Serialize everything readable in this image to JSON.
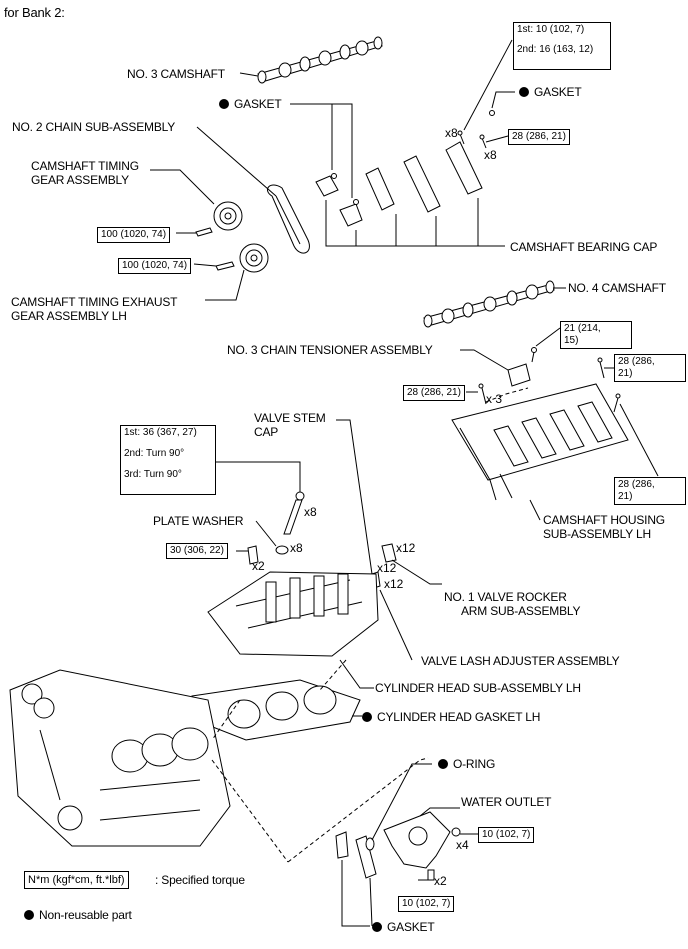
{
  "header": {
    "title": "for Bank 2:"
  },
  "labels": {
    "no3_camshaft": "NO. 3 CAMSHAFT",
    "gasket_top_left": "GASKET",
    "gasket_top_right": "GASKET",
    "no2_chain": "NO. 2 CHAIN SUB-ASSEMBLY",
    "cam_timing_gear_1": "CAMSHAFT TIMING",
    "cam_timing_gear_2": "GEAR ASSEMBLY",
    "cam_bearing_cap": "CAMSHAFT BEARING CAP",
    "exhaust_gear_1": "CAMSHAFT TIMING EXHAUST",
    "exhaust_gear_2": "GEAR ASSEMBLY LH",
    "no4_camshaft": "NO. 4 CAMSHAFT",
    "no3_chain_tensioner": "NO. 3 CHAIN TENSIONER ASSEMBLY",
    "valve_stem_cap_1": "VALVE STEM",
    "valve_stem_cap_2": "CAP",
    "plate_washer": "PLATE WASHER",
    "cam_housing_1": "CAMSHAFT HOUSING",
    "cam_housing_2": "SUB-ASSEMBLY LH",
    "rocker_arm_1": "NO. 1 VALVE ROCKER",
    "rocker_arm_2": "ARM SUB-ASSEMBLY",
    "lash_adjuster": "VALVE LASH ADJUSTER ASSEMBLY",
    "cyl_head_sub": "CYLINDER HEAD SUB-ASSEMBLY LH",
    "cyl_head_gasket": "CYLINDER HEAD GASKET LH",
    "o_ring": "O-RING",
    "water_outlet": "WATER OUTLET",
    "gasket_bottom": "GASKET"
  },
  "torques": {
    "bearing_cap_1st": "1st: 10 (102, 7)",
    "bearing_cap_2nd": "2nd: 16 (163, 12)",
    "bearing_cap_28": "28 (286, 21)",
    "timing_gear": "100 (1020, 74)",
    "exhaust_gear": "100 (1020, 74)",
    "tensioner_21_a": "21 (214,",
    "tensioner_21_b": "15)",
    "housing_28_top_a": "28 (286,",
    "housing_28_top_b": "21)",
    "housing_28_left": "28 (286, 21)",
    "housing_28_right_a": "28 (286,",
    "housing_28_right_b": "21)",
    "head_bolt_1st": "1st: 36 (367, 27)",
    "head_bolt_2nd": "2nd: Turn 90°",
    "head_bolt_3rd": "3rd: Turn 90°",
    "head_30": "30 (306, 22)",
    "water_outlet_1": "10 (102, 7)",
    "water_outlet_2": "10 (102, 7)"
  },
  "multipliers": {
    "cap_bolt_x8_a": "x8",
    "cap_bolt_x8_b": "x8",
    "tensioner_x3": "x 3",
    "head_bolt_x8": "x8",
    "washer_x8": "x8",
    "head_x2": "x2",
    "rocker_x12": "x12",
    "stem_cap_x12": "x12",
    "lash_x12": "x12",
    "outlet_x4": "x4",
    "outlet_x2": "x2"
  },
  "legend": {
    "unit": "N*m (kgf*cm, ft.*lbf)",
    "unit_desc": ": Specified torque",
    "nonreusable": "Non-reusable part"
  }
}
